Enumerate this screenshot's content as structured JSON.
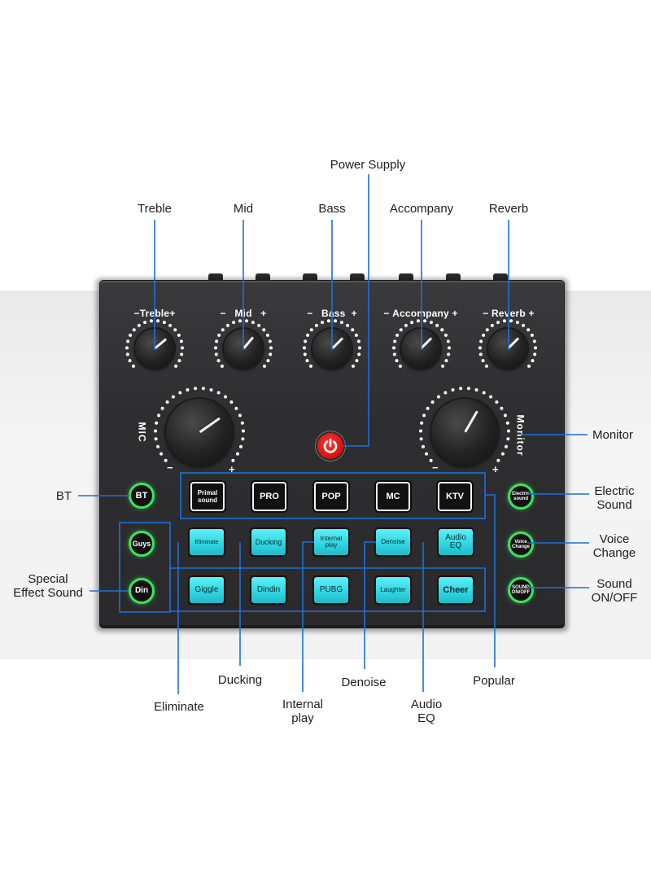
{
  "callouts": {
    "power_supply": "Power Supply",
    "treble": "Treble",
    "mid": "Mid",
    "bass": "Bass",
    "accompany": "Accompany",
    "reverb": "Reverb",
    "monitor": "Monitor",
    "bt": "BT",
    "electric_sound": "Electric\nSound",
    "voice_change": "Voice\nChange",
    "special_effect_sound": "Special\nEffect Sound",
    "sound_on_off": "Sound\nON/OFF",
    "ducking": "Ducking",
    "eliminate": "Eliminate",
    "internal_play": "Internal\nplay",
    "denoise": "Denoise",
    "audio_eq": "Audio\nEQ",
    "popular": "Popular"
  },
  "device": {
    "knobs": [
      {
        "label": "Treble",
        "minus": "−",
        "plus": "+"
      },
      {
        "label": "Mid",
        "minus": "−",
        "plus": "+"
      },
      {
        "label": "Bass",
        "minus": "−",
        "plus": "+"
      },
      {
        "label": "Accompany",
        "minus": "−",
        "plus": "+"
      },
      {
        "label": "Reverb",
        "minus": "−",
        "plus": "+"
      }
    ],
    "mic": {
      "label": "MIC",
      "minus": "−",
      "plus": "+"
    },
    "monitor": {
      "label": "Monitor",
      "minus": "−",
      "plus": "+"
    },
    "mode_buttons": [
      "Primal\nsound",
      "PRO",
      "POP",
      "MC",
      "KTV"
    ],
    "effect_row1": [
      "Eliminate",
      "Ducking",
      "Internal\nplay",
      "Denoise",
      "Audio\nEQ"
    ],
    "effect_row2": [
      "Giggle",
      "Dindin",
      "PUBG",
      "Laughter",
      "Cheer"
    ],
    "left_buttons": [
      "BT",
      "Guys",
      "Din"
    ],
    "right_buttons": [
      "Electric\nsound",
      "Voice\nChange",
      "SOUND\nON/OFF"
    ]
  },
  "colors": {
    "callout_line": "#1f6fd6",
    "effect_button": "#2fd4e0",
    "round_button_ring": "#3ee35a",
    "power_button": "#d40f0f",
    "device_body": "#2e2e30"
  },
  "icons": {
    "power": "power-icon"
  }
}
